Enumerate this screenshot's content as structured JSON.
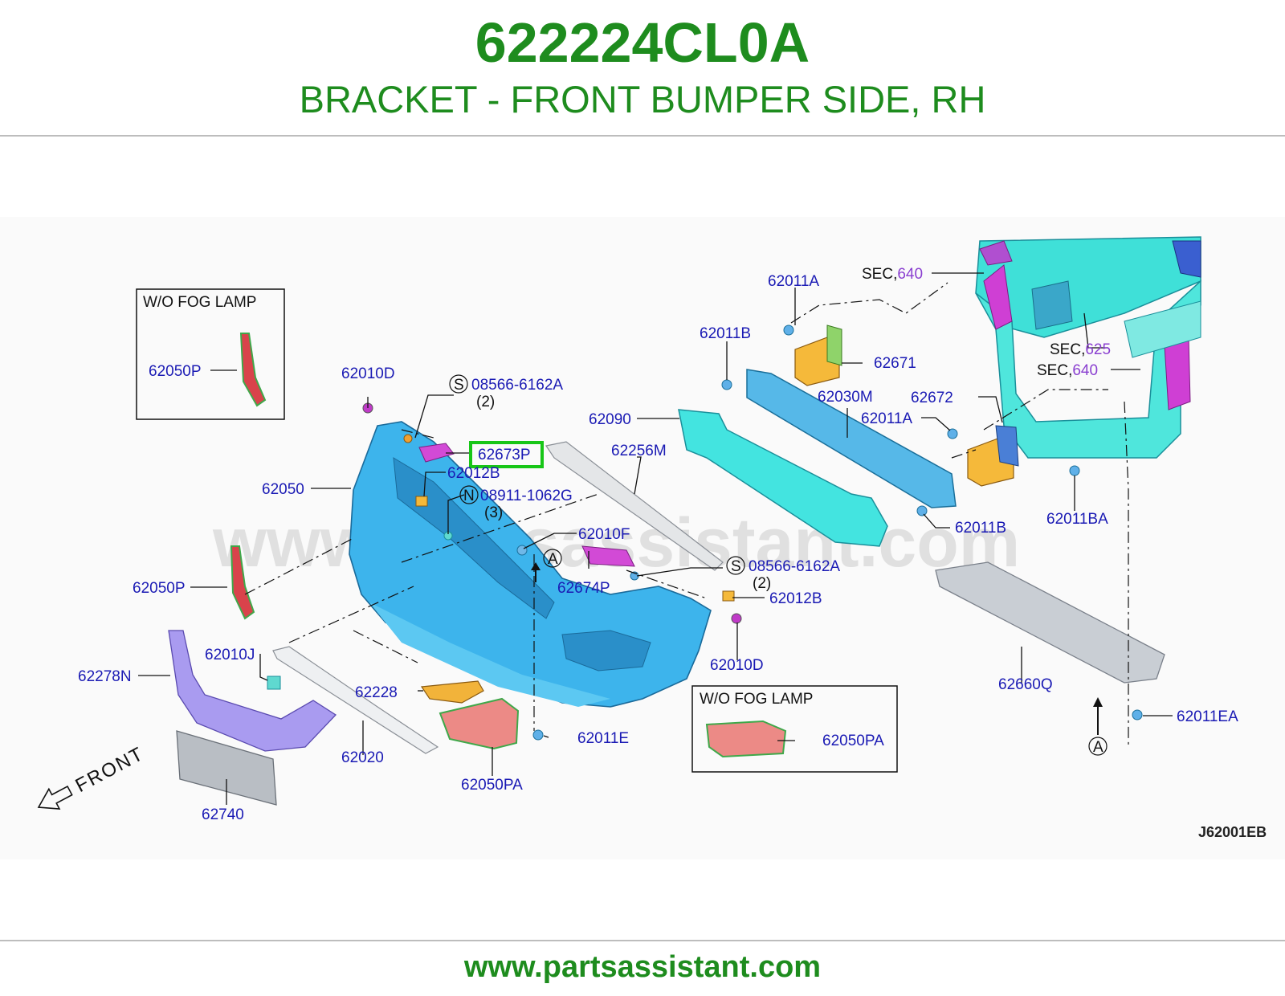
{
  "header": {
    "part_number": "622224CL0A",
    "description": "BRACKET - FRONT BUMPER SIDE, RH"
  },
  "footer": {
    "url": "www.partsassistant.com"
  },
  "diagram": {
    "watermark": "www.partsassistant.com",
    "figure_code": "J62001EB",
    "front_label": "FRONT",
    "box_left_title": "W/O FOG LAMP",
    "box_right_title": "W/O FOG LAMP",
    "highlight_color": "#17c617",
    "sec_prefix": "SEC,",
    "sec_640_a": "640",
    "sec_625": "625",
    "sec_640_b": "640",
    "callouts": {
      "c62050P_box": "62050P",
      "c62010D_top": "62010D",
      "c08566_top_code": "08566-6162A",
      "c08566_top_qty": "(2)",
      "c62673P": "62673P",
      "c62012B_top": "62012B",
      "c08911_code": "08911-1062G",
      "c08911_qty": "(3)",
      "c62050": "62050",
      "c62050P": "62050P",
      "c62010F": "62010F",
      "c62674P": "62674P",
      "c08566_bot_code": "08566-6162A",
      "c08566_bot_qty": "(2)",
      "c62012B_bot": "62012B",
      "c62010D_bot": "62010D",
      "c62010J": "62010J",
      "c62278N": "62278N",
      "c62228": "62228",
      "c62020": "62020",
      "c62011E": "62011E",
      "c62050PA": "62050PA",
      "c62050PA_box": "62050PA",
      "c62740": "62740",
      "c62090": "62090",
      "c62256M": "62256M",
      "c62011A_top": "62011A",
      "c62011B_top": "62011B",
      "c62671": "62671",
      "c62030M": "62030M",
      "c62672": "62672",
      "c62011A_mid": "62011A",
      "c62011B_bot": "62011B",
      "c62011BA": "62011BA",
      "c62660Q": "62660Q",
      "c62011EA": "62011EA"
    },
    "symbols": {
      "s": "S",
      "n": "N",
      "a": "A"
    }
  }
}
